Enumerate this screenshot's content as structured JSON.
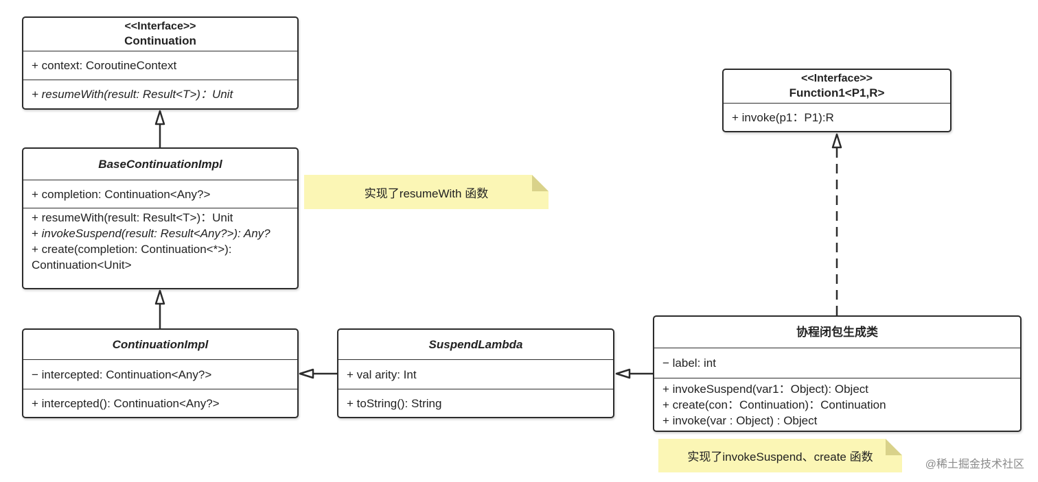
{
  "classes": {
    "continuation": {
      "stereotype": "<<Interface>>",
      "name": "Continuation",
      "attr": "+ context: CoroutineContext",
      "method": "+ resumeWith(result: Result<T>)：Unit"
    },
    "base_impl": {
      "name": "BaseContinuationImpl",
      "attr": "+ completion: Continuation<Any?>",
      "m1": "+ resumeWith(result: Result<T>)：Unit",
      "m2_prefix": "+ ",
      "m2_italic": "invokeSuspend(result: Result<Any?>): Any?",
      "m3": "+ create(completion: Continuation<*>): Continuation<Unit>"
    },
    "cont_impl": {
      "name": "ContinuationImpl",
      "attr": "− intercepted: Continuation<Any?>",
      "method": "+ intercepted(): Continuation<Any?>"
    },
    "suspend_lambda": {
      "name": "SuspendLambda",
      "attr": "+ val arity: Int",
      "method": "+ toString(): String"
    },
    "function1": {
      "stereotype": "<<Interface>>",
      "name": "Function1<P1,R>",
      "method": "+ invoke(p1：P1):R"
    },
    "closure": {
      "name": "协程闭包生成类",
      "attr": "− label: int",
      "m1": "+ invokeSuspend(var1：Object): Object",
      "m2": "+ create(con：Continuation)：Continuation",
      "m3": "+ invoke(var : Object) : Object"
    }
  },
  "notes": {
    "note1": "实现了resumeWith 函数",
    "note2": "实现了invokeSuspend、create 函数"
  },
  "watermark": "@稀土掘金技术社区"
}
